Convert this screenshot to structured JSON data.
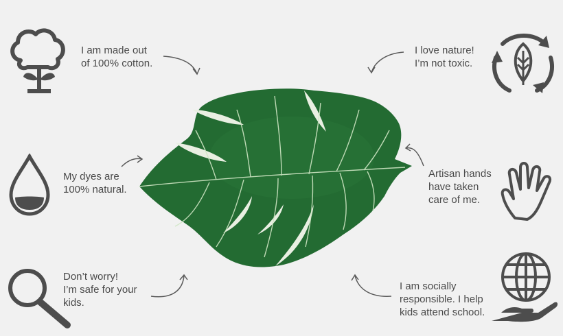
{
  "colors": {
    "background": "#f1f1f1",
    "text": "#4a4a4a",
    "icon": "#4d4d4d",
    "leaf": "#236b32",
    "leaf_light": "#2e7f3f",
    "vein": "#cfe6c4"
  },
  "notes": {
    "cotton": "I am made out\nof 100% cotton.",
    "dyes": "My dyes are\n100% natural.",
    "safe": "Don’t worry!\nI’m safe for your\nkids.",
    "nature": "I love nature!\nI’m not toxic.",
    "artisan": "Artisan hands\nhave taken\ncare of me.",
    "social": "I am socially\nresponsible. I help\nkids attend school."
  },
  "icons": {
    "cotton": "cotton-plant-icon",
    "dyes": "water-drop-icon",
    "safe": "magnifier-icon",
    "nature": "recycle-leaf-icon",
    "artisan": "hand-icon",
    "social": "globe-in-hand-icon"
  }
}
